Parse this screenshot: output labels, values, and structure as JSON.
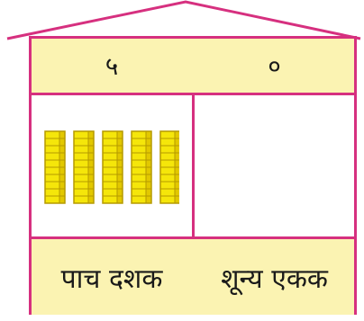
{
  "header": {
    "tens_digit": "५",
    "ones_digit": "०"
  },
  "labels": {
    "tens_label": "पाच दशक",
    "ones_label": "शून्य एकक"
  },
  "blocks": {
    "tens_rods": 5,
    "ones_cubes": 0,
    "rod_color": "#f5e60a",
    "rod_edge_color": "#b59a00"
  },
  "colors": {
    "border": "#d6307f",
    "cell_fill": "#fbf3b2"
  }
}
